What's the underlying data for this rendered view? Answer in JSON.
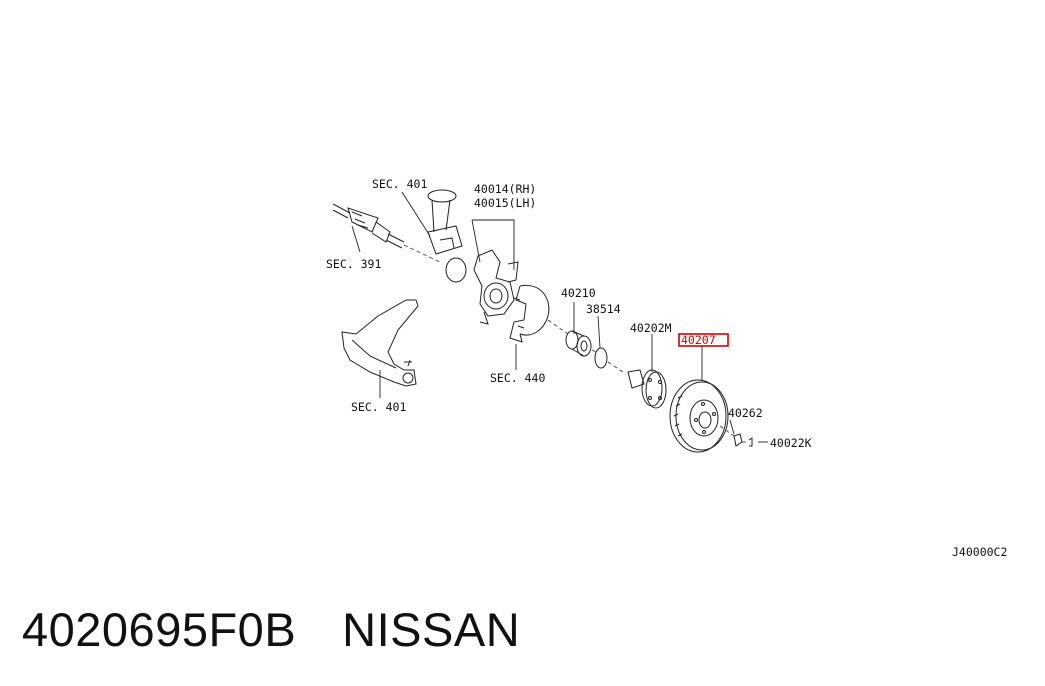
{
  "labels": {
    "sec_401_top": "SEC. 401",
    "knuckle_rh": "40014(RH)",
    "knuckle_lh": "40015(LH)",
    "sec_391": "SEC. 391",
    "bearing": "40210",
    "snap_ring": "38514",
    "hub": "40202M",
    "rotor": "40207",
    "sec_440": "SEC. 440",
    "sec_401_bottom": "SEC. 401",
    "nut": "40262",
    "bolt": "40022K",
    "diagram_code": "J40000C2"
  },
  "highlight": {
    "label": "rotor",
    "color": "#d40000"
  },
  "caption": {
    "part_number": "4020695F0B",
    "brand": "NISSAN"
  }
}
